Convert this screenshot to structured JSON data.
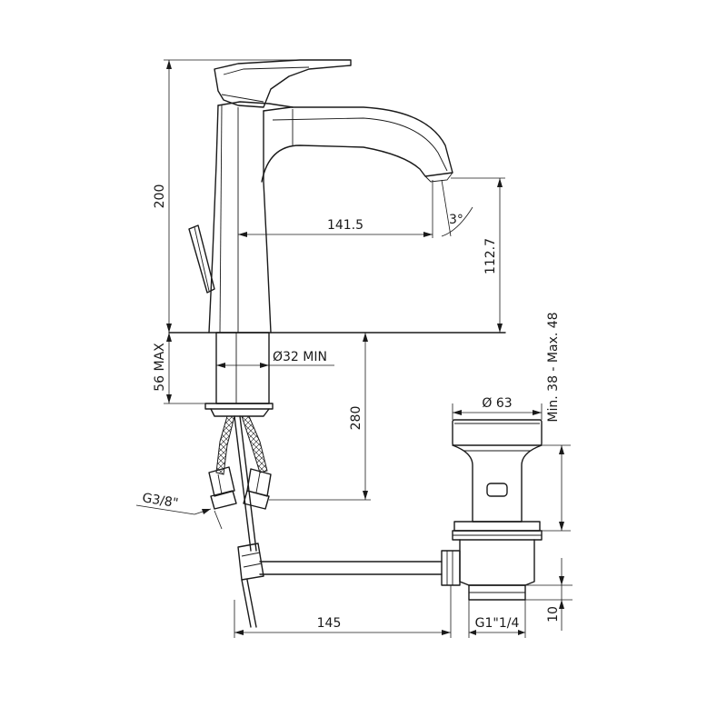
{
  "dimensions": {
    "height_total": "200",
    "spout_reach": "141.5",
    "spout_height": "112.7",
    "spout_angle": "3°",
    "deck_thickness": "56 MAX",
    "hole_diameter": "Ø32 MIN",
    "hose_length": "280",
    "hose_thread": "G3/8\"",
    "waste_diameter": "Ø 63",
    "basin_range": "Min. 38 - Max. 48",
    "rod_length": "145",
    "waste_thread": "G1\"1/4",
    "waste_tail": "10"
  }
}
